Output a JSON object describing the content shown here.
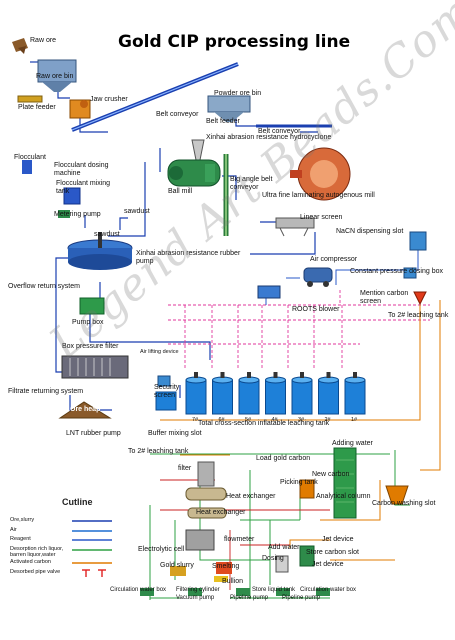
{
  "title": "Gold CIP processing line",
  "watermark": "Legend Art Beads.Com",
  "colors": {
    "ore_slurry": "#1a3fb0",
    "air": "#1d6dd0",
    "reagent": "#2a58c8",
    "desorption": "#2ea043",
    "activated_carbon": "#e07b00",
    "desorbed_valve": "#e02020",
    "air_lift": "#e0359b"
  },
  "labels": {
    "raw_ore": "Raw ore",
    "raw_ore_bin": "Raw ore bin",
    "plate_feeder": "Plate feeder",
    "jaw_crusher": "Jaw crusher",
    "belt_conveyor_1": "Belt conveyor",
    "powder_ore_bin": "Powder ore bin",
    "belt_feeder": "Belt feeder",
    "belt_conveyor_2": "Belt conveyor",
    "hydrocyclone": "Xinhai abrasion resistance hydrocyclone",
    "ball_mill": "Ball mill",
    "big_angle_belt": "Big angle belt conveyor",
    "flocculant": "Flocculant",
    "flocculant_dosing": "Flocculant dosing machine",
    "flocculant_mixing": "Flocculant mixing tank",
    "metering_pump": "Metering pump",
    "sawdust_1": "sawdust",
    "sawdust_2": "sawdust",
    "ultra_fine": "Ultra fine laminating autogenous mill",
    "linear_screen": "Linear screen",
    "nacn": "NaCN dispensing slot",
    "rubber_pump": "Xinhai abrasion resistance rubber pump",
    "air_compressor": "Air compressor",
    "constant_dosing": "Constant pressure dosing box",
    "overflow_return": "Overflow return system",
    "mention_carbon": "Mention carbon screen",
    "to_leaching_1": "To 2# leaching tank",
    "roots_blower": "ROOTS blower",
    "pump_box": "Pump box",
    "box_filter": "Box pressure filter",
    "air_lifting": "Air lifting device",
    "filtrate_return": "Filtrate returning system",
    "security_screen": "Security screen",
    "ore_heap": "Ore heap",
    "lnt_pump": "LNT rubber pump",
    "buffer_mixing": "Buffer mixing slot",
    "leaching_tank": "Total cross-section inflatable leaching tank",
    "to_leaching_2": "To 2# leaching tank",
    "adding_water": "Adding water",
    "filter": "filter",
    "load_gold_carbon": "Load gold carbon",
    "new_carbon": "New carbon",
    "picking_tank": "Picking tank",
    "heat_exchanger_1": "Heat exchanger",
    "analytical_column": "Analytical column",
    "carbon_washing": "Carbon washing slot",
    "heat_exchanger_2": "Heat exchanger",
    "electrolytic_cell": "Electrolytic cell",
    "flowmeter": "flowmeter",
    "add_water": "Add water",
    "dosing": "Dosing",
    "jet_device_1": "Jet device",
    "store_carbon": "Store carbon slot",
    "jet_device_2": "Jet device",
    "gold_slurry": "Gold slurry",
    "smelting": "Smelting",
    "bullion": "Bullion",
    "circ_water_box_1": "Circulation water box",
    "filtering_cylinder": "Filtering cylinder",
    "vacuum_pump": "Vacuum pump",
    "pipeline_pump_1": "Pipeline pump",
    "store_liquid": "Store liquid tank",
    "circ_water_box_2": "Circulation water box",
    "pipeline_pump_2": "Pipeline pump"
  },
  "tank_numbers": [
    "1#",
    "2#",
    "3#",
    "4#",
    "5#",
    "6#",
    "7#"
  ],
  "legend": {
    "title": "Cutline",
    "items": [
      {
        "label": "Ore,slurry",
        "color": "#1a3fb0"
      },
      {
        "label": "Air",
        "color": "#1d6dd0"
      },
      {
        "label": "Reagent",
        "color": "#2a58c8"
      },
      {
        "label": "Desorption rich liquor, barren liquor,water",
        "color": "#2ea043"
      },
      {
        "label": "Activated carbon",
        "color": "#e07b00"
      },
      {
        "label": "Desorbed pipe valve",
        "color": "#e02020"
      }
    ]
  }
}
